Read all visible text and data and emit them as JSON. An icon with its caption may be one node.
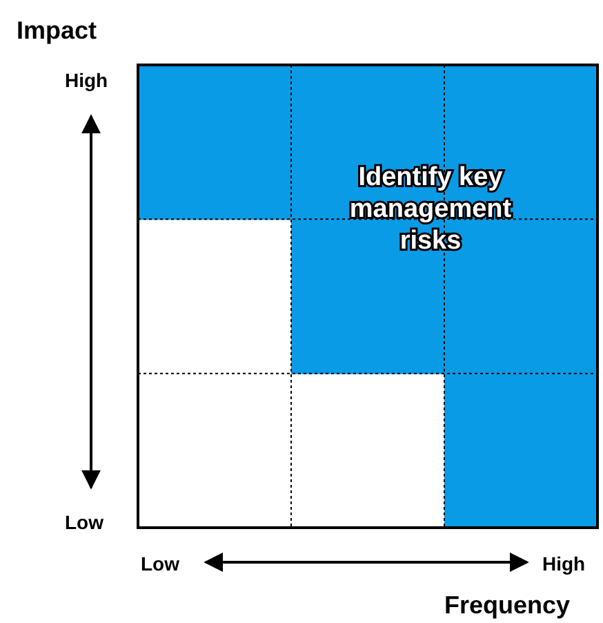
{
  "diagram": {
    "labels": [
      "Impact",
      "High",
      "Identify key management risks",
      "Low",
      "Low",
      "High",
      "Frequency"
    ]
  }
}
